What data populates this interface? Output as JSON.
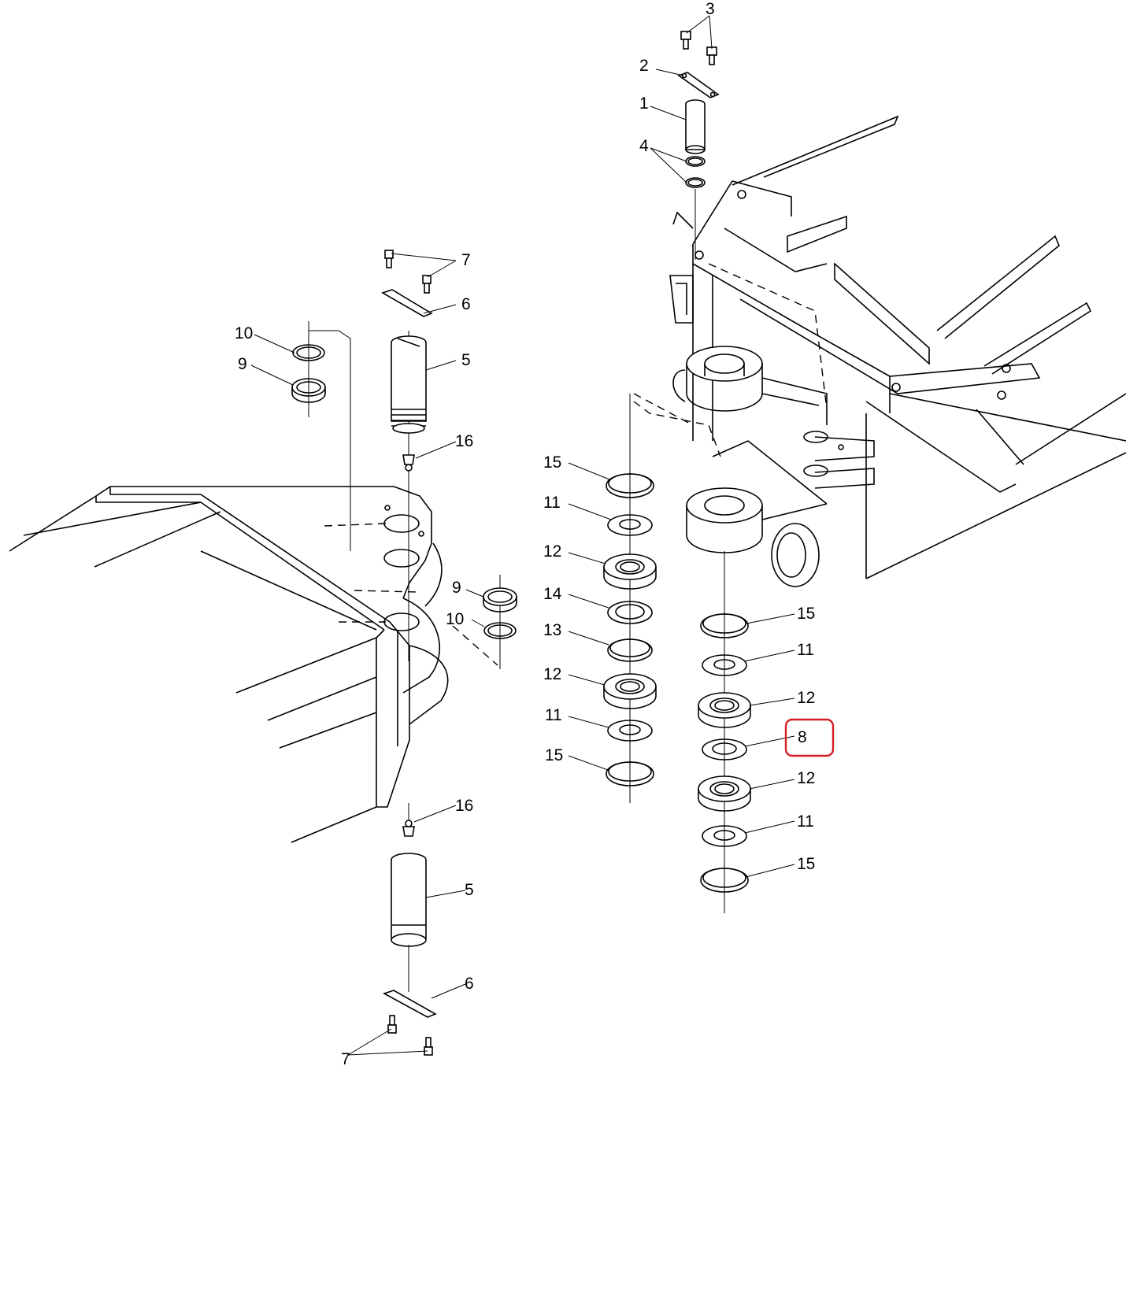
{
  "diagram": {
    "callouts": {
      "c1": "1",
      "c2": "2",
      "c3": "3",
      "c4": "4",
      "c5a": "5",
      "c5b": "5",
      "c6a": "6",
      "c6b": "6",
      "c7a": "7",
      "c7b": "7",
      "c9a": "9",
      "c9b": "9",
      "c10a": "10",
      "c10b": "10",
      "c16a": "16",
      "c16b": "16",
      "l15a": "15",
      "l11a": "11",
      "l12a": "12",
      "l14": "14",
      "l13": "13",
      "l12b": "12",
      "l11b": "11",
      "l15b": "15",
      "r15a": "15",
      "r11a": "11",
      "r12a": "12",
      "r8": "8",
      "r12b": "12",
      "r11b": "11",
      "r15b": "15"
    },
    "highlight_color": "#d32027",
    "highlighted_callout": "8"
  }
}
